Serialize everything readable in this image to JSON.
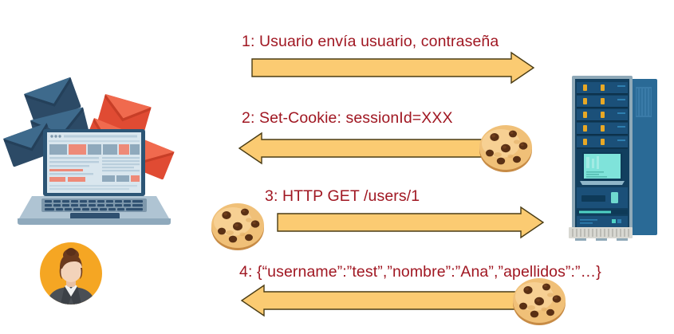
{
  "diagram": {
    "title": "Session cookie authentication sequence",
    "accent_arrow_fill": "#FBCB72",
    "accent_arrow_stroke": "#5A4A1E",
    "label_color": "#A01722",
    "background": "#FFFFFF"
  },
  "actors": {
    "client": {
      "name": "laptop-client",
      "label": "",
      "envelope_blue": "#2E4F6E",
      "envelope_red": "#E44A34"
    },
    "user": {
      "name": "user-avatar",
      "label": "",
      "circle_color": "#F5A623",
      "skin_color": "#F3D3BA",
      "hair_color": "#6B3A1E",
      "suit_color": "#4A4F55"
    },
    "server": {
      "name": "server-tower",
      "label": "",
      "body_color": "#1D5176",
      "side_color": "#2A6A96",
      "led_color": "#E8A825",
      "screen_color": "#7FE3DA",
      "vent_color": "#D8D8D2"
    }
  },
  "messages": [
    {
      "index": "1",
      "label": "1: Usuario envía usuario, contraseña",
      "direction": "right",
      "cookie": "none",
      "cookie_side": ""
    },
    {
      "index": "2",
      "label": "2: Set-Cookie: sessionId=XXX",
      "direction": "left",
      "cookie": "chocolate-chip-cookie",
      "cookie_side": "right"
    },
    {
      "index": "3",
      "label": "3: HTTP GET /users/1",
      "direction": "right",
      "cookie": "chocolate-chip-cookie",
      "cookie_side": "left"
    },
    {
      "index": "4",
      "label": "4: {“username”:”test”,”nombre”:”Ana”,”apellidos”:”…}",
      "direction": "left",
      "cookie": "chocolate-chip-cookie",
      "cookie_side": "right"
    }
  ]
}
